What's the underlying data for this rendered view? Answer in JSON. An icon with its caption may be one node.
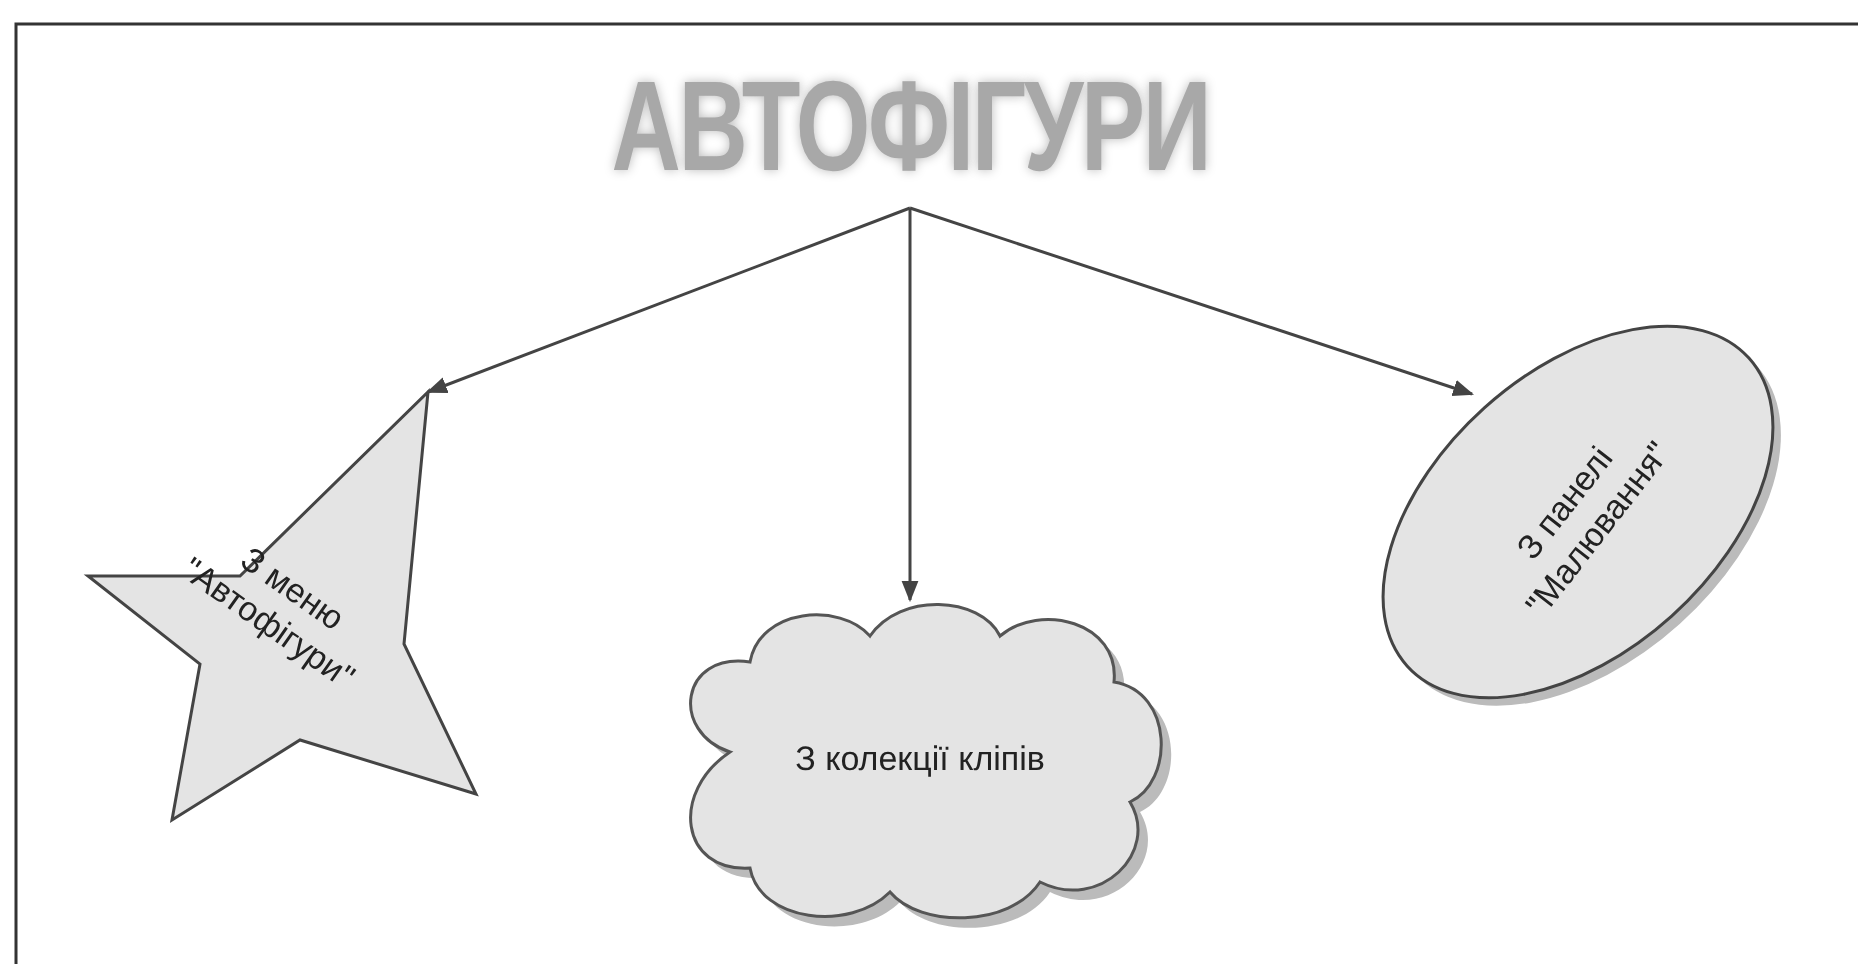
{
  "diagram": {
    "nodes": [
      {
        "text": [
          "АВТОФІГУРИ"
        ]
      },
      {
        "text": [
          "З меню \"Автофігури\""
        ]
      },
      {
        "text": [
          "З колекції кліпів"
        ]
      },
      {
        "text": [
          "З панелі \"Малювання\""
        ]
      }
    ],
    "edges": [
      {
        "from": 0,
        "to": 1,
        "arrow": "to"
      },
      {
        "from": 0,
        "to": 2,
        "arrow": "to"
      },
      {
        "from": 0,
        "to": 3,
        "arrow": "to"
      }
    ]
  }
}
